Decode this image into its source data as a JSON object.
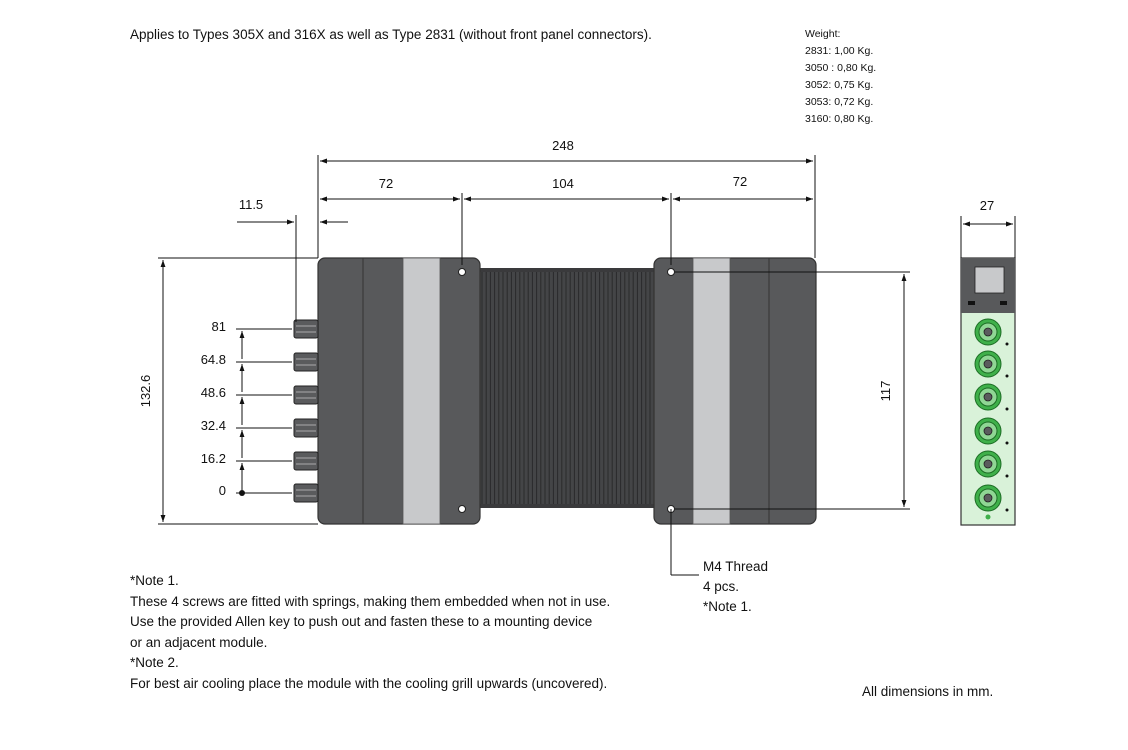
{
  "header": {
    "applies_text": "Applies to Types 305X and 316X as well as Type 2831 (without front panel connectors)."
  },
  "weight": {
    "title": "Weight:",
    "lines": [
      "2831: 1,00 Kg.",
      "3050 : 0,80 Kg.",
      "3052: 0,75 Kg.",
      "3053: 0,72 Kg.",
      "3160: 0,80 Kg."
    ]
  },
  "dimensions": {
    "total_width": "248",
    "left_section": "72",
    "middle_section": "104",
    "right_section": "72",
    "connector_offset": "11.5",
    "overall_height": "132.6",
    "screw_spacing": "117",
    "side_width": "27",
    "connector_positions": [
      "81",
      "64.8",
      "48.6",
      "32.4",
      "16.2",
      "0"
    ]
  },
  "callout": {
    "lines": [
      "M4 Thread",
      "4 pcs.",
      "*Note 1."
    ]
  },
  "notes": {
    "lines": [
      "*Note 1.",
      "These 4 screws are fitted with springs, making them embedded when not in use.",
      "Use the provided Allen key to push out and fasten these to a mounting device",
      "or an adjacent module.",
      "*Note 2.",
      "For best air cooling place the module with the cooling grill upwards (uncovered)."
    ]
  },
  "footer": {
    "units_text": "All dimensions in mm."
  },
  "colors": {
    "body_dark": "#58595b",
    "panel_light": "#c8c9cb",
    "grill": "#4a4b4d",
    "side_green": "#d9f2d9",
    "connector_green": "#3fb04a"
  }
}
